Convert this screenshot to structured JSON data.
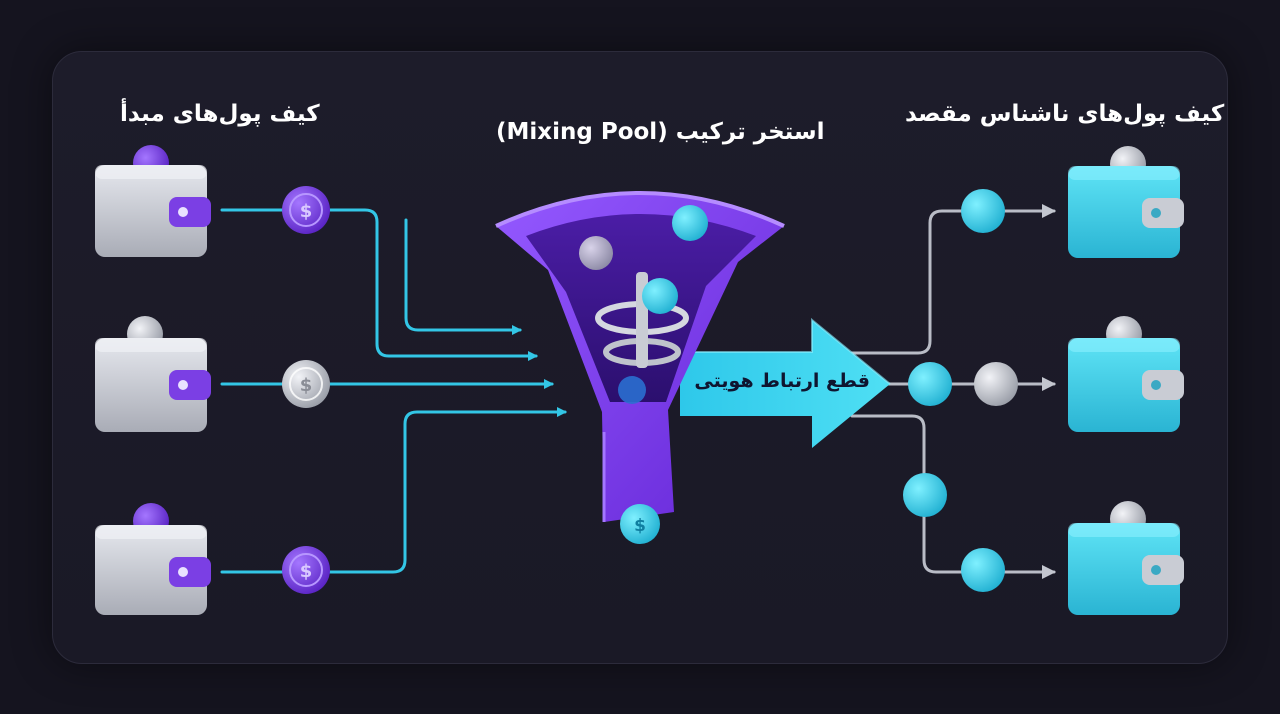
{
  "titles": {
    "source": "کیف پول‌های مبدأ",
    "pool": "استخر ترکیب (Mixing Pool)",
    "destination": "کیف پول‌های ناشناس مقصد"
  },
  "break_label": "قطع ارتباط هویتی",
  "colors": {
    "background": "#15141f",
    "flow_line_in": "#33c6e6",
    "flow_line_out": "#b9bcc6",
    "funnel": "#7d3df0",
    "coin_purple": "#7b3fe4",
    "coin_silver": "#c9ccd4",
    "coin_cyan": "#3fd3ee",
    "wallet_silver": "#c4c7cf",
    "wallet_cyan": "#3ccfe6"
  },
  "icons": [
    "wallet-icon",
    "dollar-coin-icon",
    "funnel-icon",
    "arrow-right-icon"
  ]
}
